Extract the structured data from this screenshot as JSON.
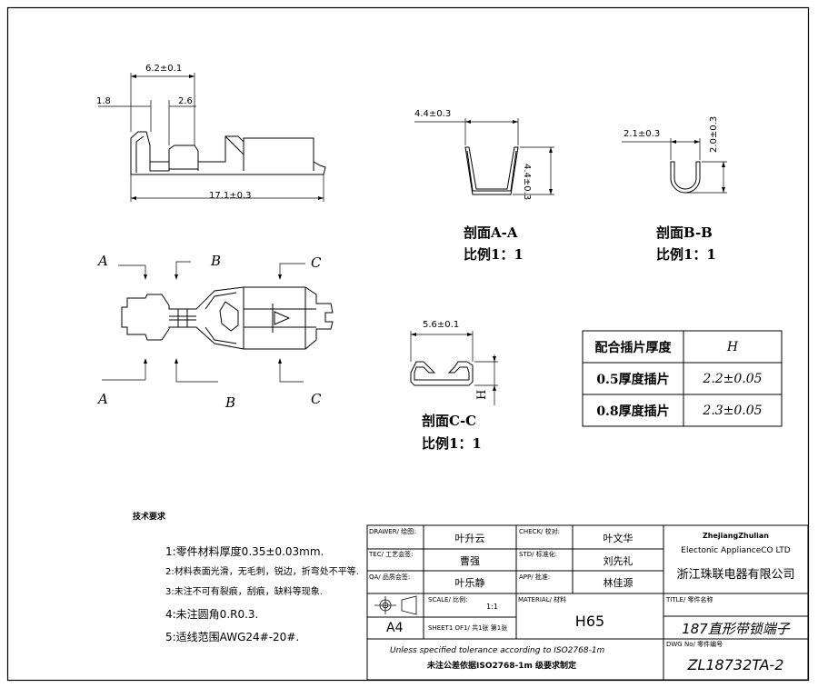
{
  "dims": {
    "side_width": "6.2±0.1",
    "side_left": "1.8",
    "side_slot": "2.6",
    "side_length": "17.1±0.3",
    "aa_width": "4.4±0.3",
    "aa_height": "4.4±0.3",
    "bb_width": "2.1±0.3",
    "bb_height": "2.0±0.3",
    "cc_width": "5.6±0.1",
    "cc_height": "H"
  },
  "markers": {
    "a": "A",
    "b": "B",
    "c": "C"
  },
  "sections": {
    "aa_title": "剖面A-A",
    "aa_scale": "比例1：1",
    "bb_title": "剖面B-B",
    "bb_scale": "比例1：1",
    "cc_title": "剖面C-C",
    "cc_scale": "比例1：1"
  },
  "mating_table": {
    "header": [
      "配合插片厚度",
      "H"
    ],
    "rows": [
      [
        "0.5厚度插片",
        "2.2±0.05"
      ],
      [
        "0.8厚度插片",
        "2.3±0.05"
      ]
    ]
  },
  "tech_notes": {
    "title": "技术要求",
    "items": [
      "1:零件材料厚度0.35±0.03mm.",
      "2:材料表面光滑，无毛刺，锐边，折弯处不平等.",
      "3:未注不可有裂痕，刮痕，缺料等现象.",
      "4:未注圆角0.R0.3.",
      "5:适线范围AWG24#-20#."
    ]
  },
  "title_block": {
    "drawer_label": "DRAWER/ 绘图:",
    "drawer": "叶升云",
    "check_label": "CHECK/ 校对:",
    "check": "叶文华",
    "tec_label": "TEC/ 工艺会签:",
    "tec": "曹强",
    "std_label": "STD/ 标准化:",
    "std": "刘先礼",
    "qa_label": "QA/ 品质会签:",
    "qa": "叶乐静",
    "app_label": "APP/ 批准:",
    "app": "林佳源",
    "scale_label": "SCALE/ 比例:",
    "scale": "1:1",
    "material_label": "MATERIAL/ 材料",
    "material": "H65",
    "paper": "A4",
    "sheet": "SHEET1 OF1/ 共1张 第1张",
    "company_en1": "ZhejiangZhulian",
    "company_en2": "Electonic ApplianceCO LTD",
    "company_cn": "浙江珠联电器有限公司",
    "title_label": "TITLE/ 零件名称",
    "title": "187直形带锁端子",
    "dwg_label": "DWG No/ 零件编号",
    "dwg": "ZL18732TA-2",
    "tol_en": "Unless specified tolerance according to ISO2768-1m",
    "tol_cn": "未注公差依据ISO2768-1m 级要求制定"
  }
}
